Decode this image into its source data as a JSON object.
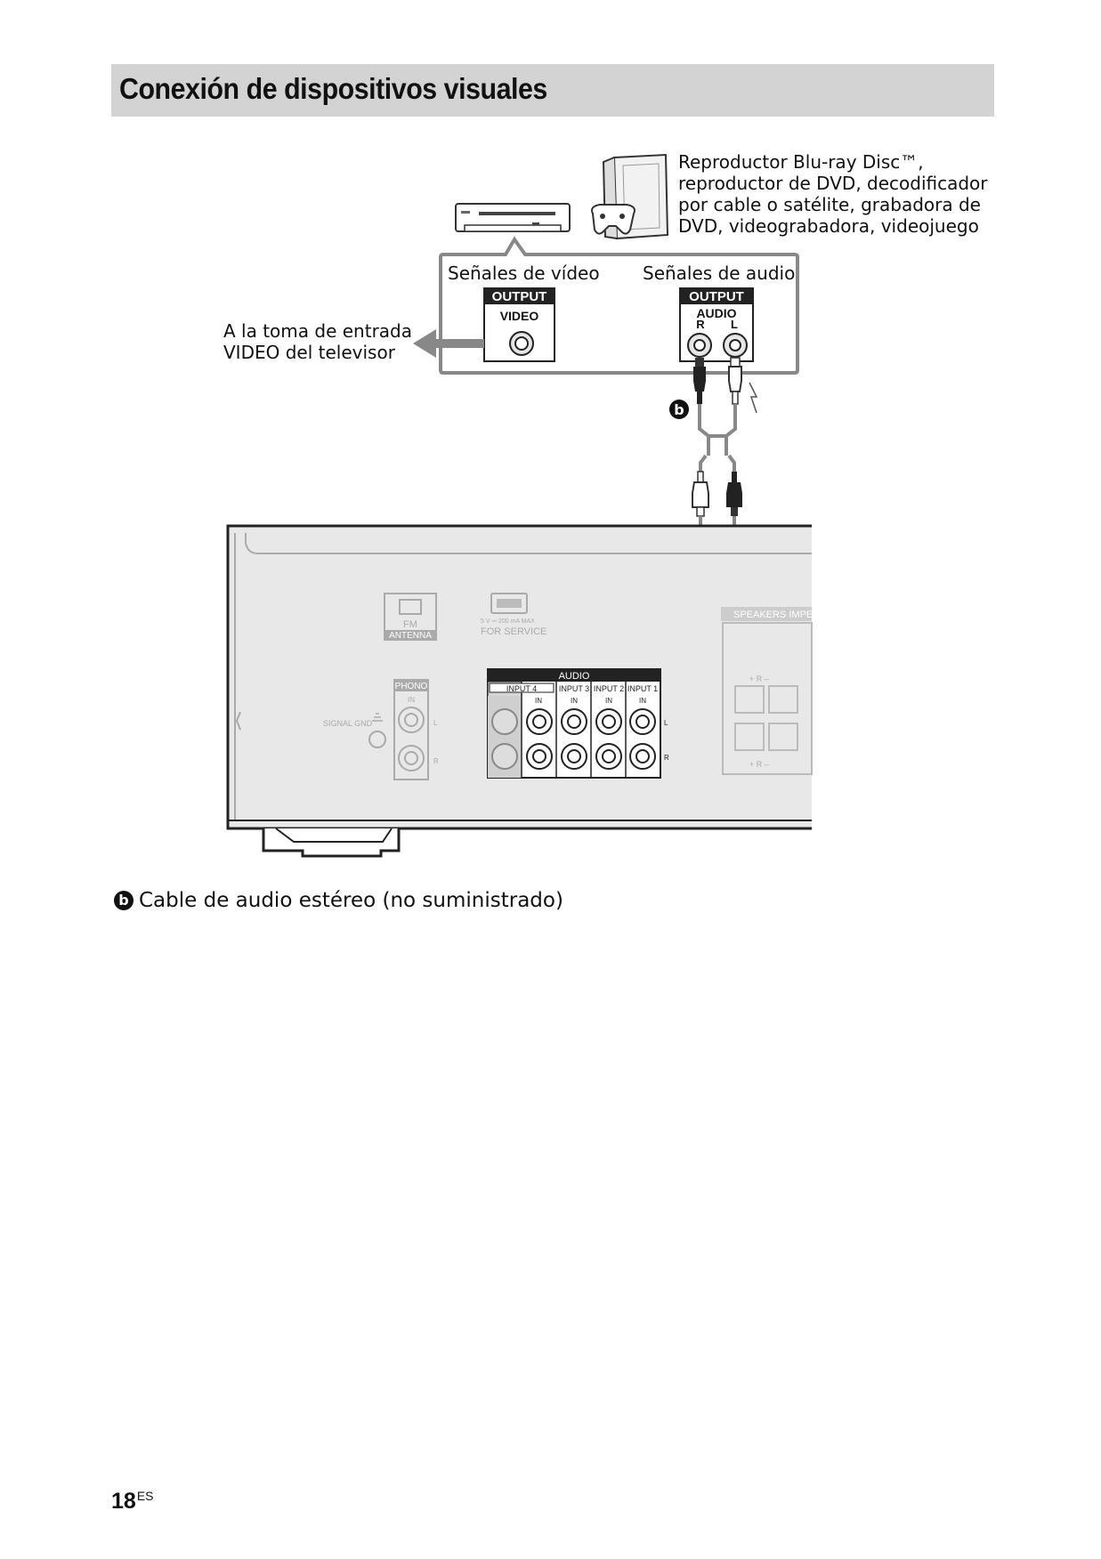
{
  "page": {
    "title": "Conexión de dispositivos visuales",
    "page_number": "18",
    "page_suffix": "ES"
  },
  "devices": {
    "description_lines": [
      "Reproductor Blu-ray Disc™,",
      "reproductor de DVD, decodificador",
      "por cable o satélite, grabadora de",
      "DVD, videograbadora, videojuego"
    ]
  },
  "source_panel": {
    "video_heading": "Señales de vídeo",
    "audio_heading": "Señales de audio",
    "video_output_label": "OUTPUT",
    "video_jack_label": "VIDEO",
    "audio_output_label": "OUTPUT",
    "audio_jack_label": "AUDIO",
    "audio_channel_r": "R",
    "audio_channel_l": "L"
  },
  "tv_connection": {
    "lines": [
      "A la toma de entrada",
      "VIDEO del televisor"
    ]
  },
  "cable": {
    "marker_letter": "b",
    "caption": "Cable de audio estéreo (no suministrado)"
  },
  "receiver": {
    "fm_label": "FM",
    "antenna_label": "ANTENNA",
    "usb_spec": "5 V ⎓ 200 mA  MAX",
    "service_label": "FOR SERVICE",
    "phono_label": "PHONO",
    "phono_in_label": "IN",
    "signal_gnd_label": "SIGNAL  GND",
    "phono_l": "L",
    "phono_r": "R",
    "audio_header": "AUDIO",
    "inputs": [
      {
        "name": "INPUT  4",
        "sub": ""
      },
      {
        "name": "INPUT  3",
        "sub": "IN"
      },
      {
        "name": "INPUT  2",
        "sub": "IN"
      },
      {
        "name": "INPUT  1",
        "sub": "IN"
      }
    ],
    "input4_sub": "IN",
    "channel_l": "L",
    "channel_r": "R",
    "speakers_label": "SPEAKERS  IMPED",
    "speakers_plus_r_minus": "+  R  –"
  }
}
